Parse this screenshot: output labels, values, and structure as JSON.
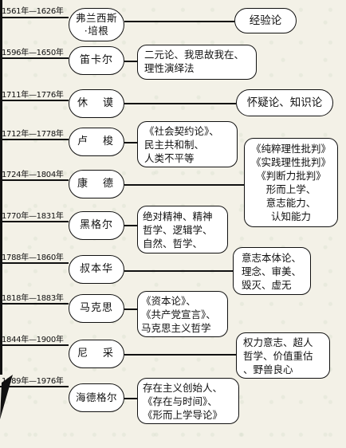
{
  "philosophers": [
    {
      "date": "1561年—1626年",
      "name": "弗兰西斯\n·培根",
      "works": "经验论"
    },
    {
      "date": "1596年—1650年",
      "name": "笛卡尔",
      "works": "二元论、我思故我在、\n理性演绎法"
    },
    {
      "date": "1711年—1776年",
      "name": "休　谟",
      "works": "怀疑论、知识论"
    },
    {
      "date": "1712年—1778年",
      "name": "卢　梭",
      "works": "《社会契约论》、\n民主共和制、\n人类不平等"
    },
    {
      "date": "1724年—1804年",
      "name": "康　德",
      "works": "《纯粹理性批判》\n《实践理性批判》\n《判断力批判》\n形而上学、\n意志能力、\n认知能力"
    },
    {
      "date": "1770年—1831年",
      "name": "黑格尔",
      "works": "绝对精神、精神\n哲学、逻辑学、\n自然、哲学、"
    },
    {
      "date": "1788年—1860年",
      "name": "叔本华",
      "works": "意志本体论、\n理念、审美、\n毁灭、虚无"
    },
    {
      "date": "1818年—1883年",
      "name": "马克思",
      "works": "《资本论》、\n《共产党宣言》、\n马克思主义哲学"
    },
    {
      "date": "1844年—1900年",
      "name": "尼　采",
      "works": "权力意志、超人\n哲学、价值重估\n、野兽良心"
    },
    {
      "date": "1889年—1976年",
      "name": "海德格尔",
      "works": "存在主义创始人、\n《存在与时间》、\n《形而上学导论》"
    }
  ]
}
